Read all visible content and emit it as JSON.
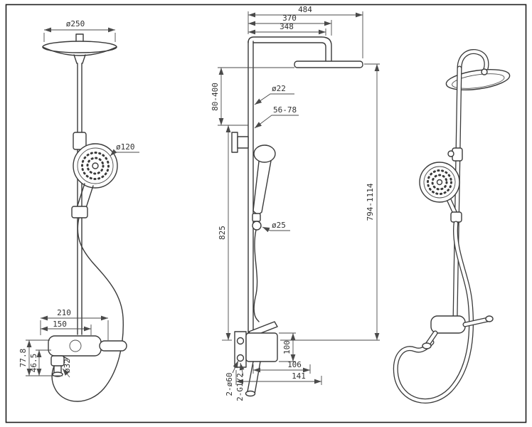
{
  "drawing": {
    "type": "shower-column-technical-drawing",
    "colors": {
      "line": "#3a3a3a",
      "dim": "#4a4a4a",
      "text": "#303030",
      "background": "#ffffff"
    }
  },
  "front_view": {
    "head_diameter": "ø250",
    "hand_shower_diameter": "ø120",
    "body_width_outer": "210",
    "body_width_inner": "150",
    "spout_height_total": "77.8",
    "spout_height_lower": "46.5",
    "spout_diameter": "ø32"
  },
  "side_view": {
    "overall_reach": "484",
    "arm_reach_outer": "370",
    "arm_reach_inner": "348",
    "head_height_adjust": "80-400",
    "riser_upper_diameter": "ø22",
    "bracket_depth_range": "56-78",
    "riser_length": "825",
    "riser_lower_diameter": "ø25",
    "overall_height_range": "794-1114",
    "valve_body_height": "100",
    "valve_depth_inner": "106",
    "valve_depth_outer": "141",
    "escutcheon_spec": "2-ø60",
    "connection_spec": "2-G1/2"
  }
}
